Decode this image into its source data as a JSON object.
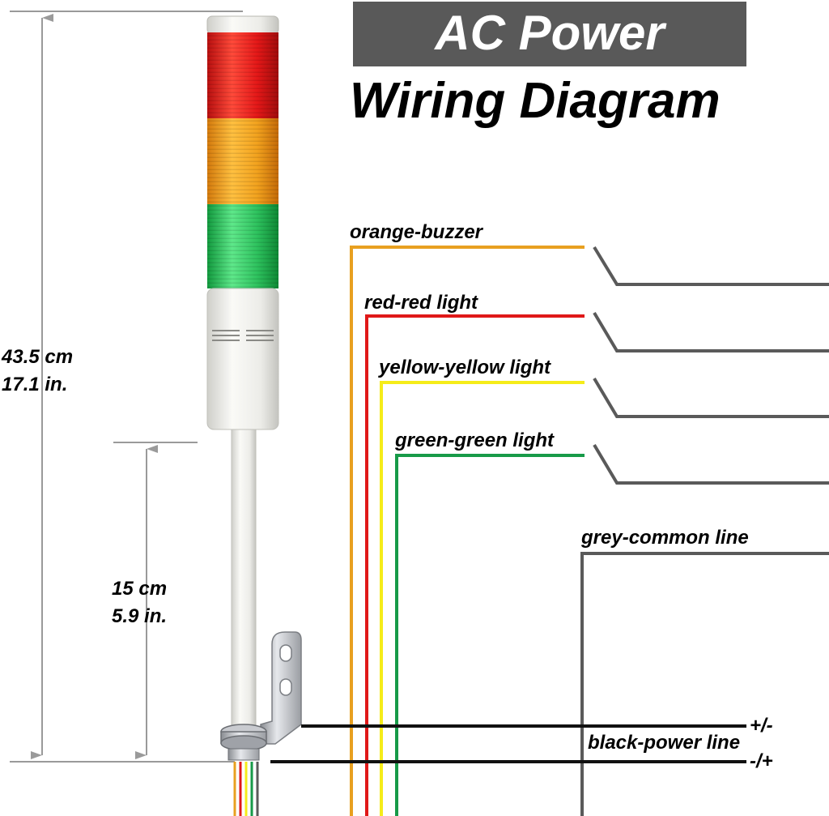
{
  "header": {
    "title": "AC Power",
    "subtitle": "Wiring Diagram"
  },
  "dimensions": {
    "total_cm": "43.5 cm",
    "total_in": "17.1 in.",
    "pole_cm": "15 cm",
    "pole_in": "5.9 in."
  },
  "wires": {
    "orange": {
      "label": "orange-buzzer",
      "color": "#E8A020"
    },
    "red": {
      "label": "red-red light",
      "color": "#E01818"
    },
    "yellow": {
      "label": "yellow-yellow light",
      "color": "#F5EC1A"
    },
    "green": {
      "label": "green-green light",
      "color": "#179A48"
    },
    "grey": {
      "label": "grey-common line",
      "color": "#5A5A5A"
    },
    "black": {
      "label": "black-power line",
      "color": "#111111",
      "polarity_top": "+/-",
      "polarity_bottom": "-/+"
    }
  },
  "colors": {
    "lamp_red": "#E82020",
    "lamp_amber": "#F2A21E",
    "lamp_green": "#2EC25E",
    "housing": "#ECECE8",
    "dimension_line": "#9A9A9A"
  }
}
